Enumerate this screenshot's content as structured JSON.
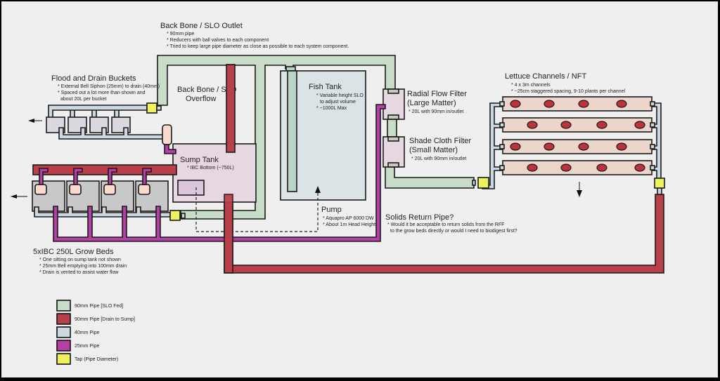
{
  "colors": {
    "background": "#f0efef",
    "slo_pipe": "#c9dcc8",
    "drain_pipe": "#b9404a",
    "pipe_40mm": "#ccd9e0",
    "pipe_25mm": "#b43fa6",
    "tap": "#eef25c",
    "sump": "#e7d7e1",
    "fish_tank": "#dbe3e6",
    "filter": "#e7d7e1",
    "grow_bed": "#c8c8c8",
    "bucket": "#dcd8e2",
    "nft_channel": "#ecd6cc",
    "plant": "#c0313c",
    "bell": "#fbd9cf"
  },
  "sections": {
    "backbone": {
      "title": "Back Bone / SLO Outlet",
      "notes": [
        "* 90mm pipe",
        "* Reducers with ball valves to each component",
        "* Tried to keep large pipe diameter as close as possible to each system component."
      ]
    },
    "overflow": {
      "title_line1": "Back Bone / SLO",
      "title_line2": "Overflow"
    },
    "buckets": {
      "title": "Flood and Drain Buckets",
      "notes": [
        "* External Bell Siphon (25mm) to drain (40mm)",
        "* Spaced out a lot more than shown and",
        "about 20L per bucket"
      ]
    },
    "fish_tank": {
      "title": "Fish Tank",
      "notes": [
        "* Variable height SLO",
        "to adjust volume",
        "* ~1000L Max"
      ]
    },
    "rff": {
      "title_line1": "Radial Flow Filter",
      "title_line2": "(Large Matter)",
      "notes": [
        "* 20L with 90mm in/outlet"
      ]
    },
    "shade": {
      "title_line1": "Shade Cloth Filter",
      "title_line2": "(Small Matter)",
      "notes": [
        "* 20L with 90mm in/outlet"
      ]
    },
    "nft": {
      "title": "Lettuce Channels / NFT",
      "notes": [
        "* 4 x 3m channels",
        "* ~25cm staggered spacing, 9-10 plants per channel"
      ]
    },
    "sump": {
      "title": "Sump Tank",
      "notes": [
        "* IBC Bottom (~750L)"
      ]
    },
    "pump": {
      "title": "Pump",
      "notes": [
        "* Aquapro AP 6000 DW",
        "* About 1m Head Height"
      ]
    },
    "solids": {
      "title": "Solids Return Pipe?",
      "notes": [
        "* Would it be acceptable to return solids from the RFF",
        "to the grow beds directly or would I need to biodigest first?"
      ]
    },
    "growbeds": {
      "title": "5xIBC 250L Grow Beds",
      "notes": [
        "* One sitting on sump tank not shown",
        "* 25mm Bell emptying into 100mm drain",
        "* Drain is vented to assist water flow"
      ]
    }
  },
  "legend": [
    {
      "label": "90mm Pipe [SLO Fed]",
      "color": "#c9dcc8"
    },
    {
      "label": "90mm Pipe [Drain to Sump]",
      "color": "#b9404a"
    },
    {
      "label": "40mm Pipe",
      "color": "#ccd9e0"
    },
    {
      "label": "25mm Pipe",
      "color": "#b43fa6"
    },
    {
      "label": "Tap (Pipe Diameter)",
      "color": "#eef25c"
    }
  ]
}
